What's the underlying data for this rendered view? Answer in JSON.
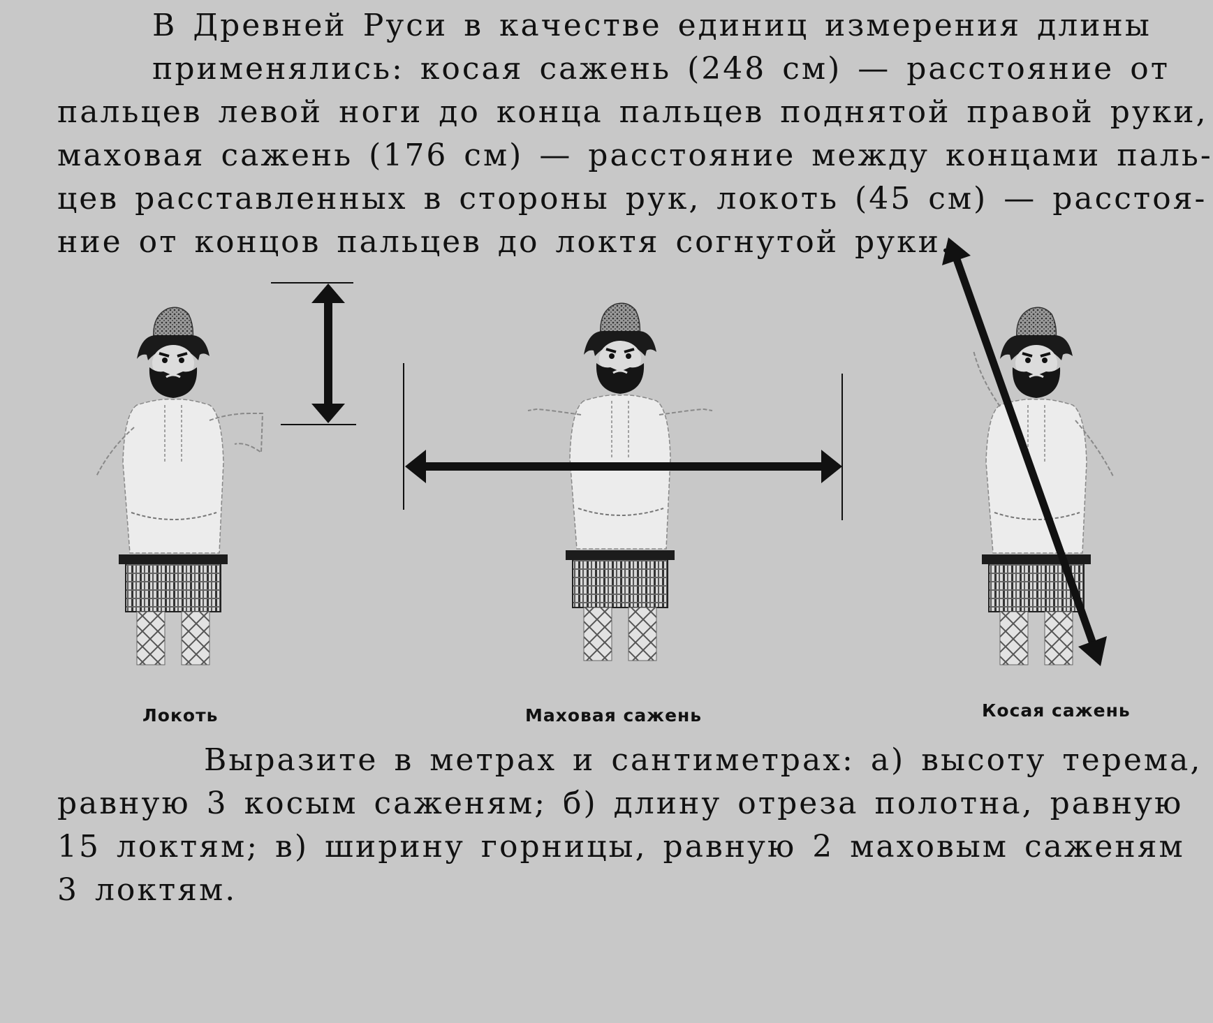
{
  "intro": {
    "lines": [
      "В Древней Руси в качестве единиц измерения длины",
      "применялись: косая сажень (248 см) — расстояние от",
      "пальцев левой ноги до конца пальцев поднятой правой руки,",
      "маховая сажень (176 см) — расстояние между концами паль-",
      "цев расставленных в стороны рук, локоть (45 см) — расстоя-",
      "ние от концов пальцев до локтя согнутой руки."
    ]
  },
  "figures": {
    "captions": {
      "elbow": "Локоть",
      "swing_fathom": "Маховая сажень",
      "oblique_fathom": "Косая сажень"
    }
  },
  "task": {
    "lines": [
      "Выразите в метрах и сантиметрах: а) высоту терема,",
      "равную 3 косым саженям; б) длину отреза полотна, равную",
      "15 локтям; в) ширину горницы, равную 2 маховым саженям",
      "3 локтям."
    ]
  }
}
